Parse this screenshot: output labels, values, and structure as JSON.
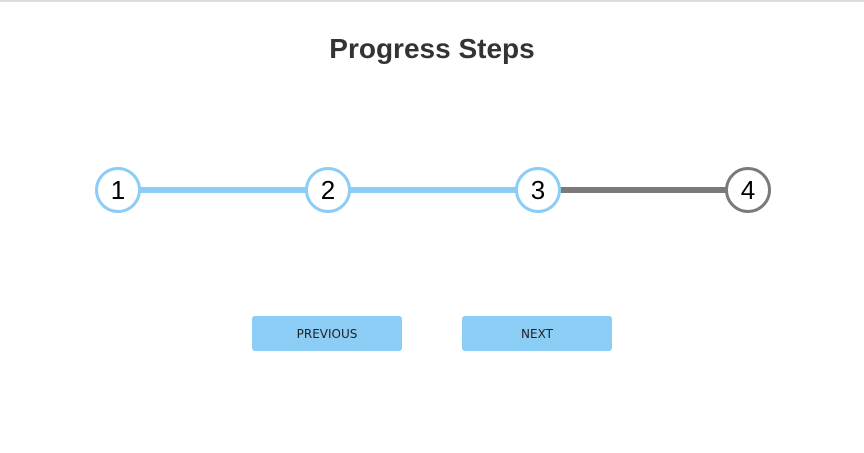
{
  "title": "Progress Steps",
  "steps": [
    {
      "label": "1",
      "active": true
    },
    {
      "label": "2",
      "active": true
    },
    {
      "label": "3",
      "active": true
    },
    {
      "label": "4",
      "active": false
    }
  ],
  "progress_fraction": 0.6667,
  "buttons": {
    "previous_label": "PREVIOUS",
    "next_label": "NEXT"
  },
  "colors": {
    "active": "#8bcdf5",
    "inactive": "#7a7a7a",
    "button": "#8bcdf5"
  }
}
